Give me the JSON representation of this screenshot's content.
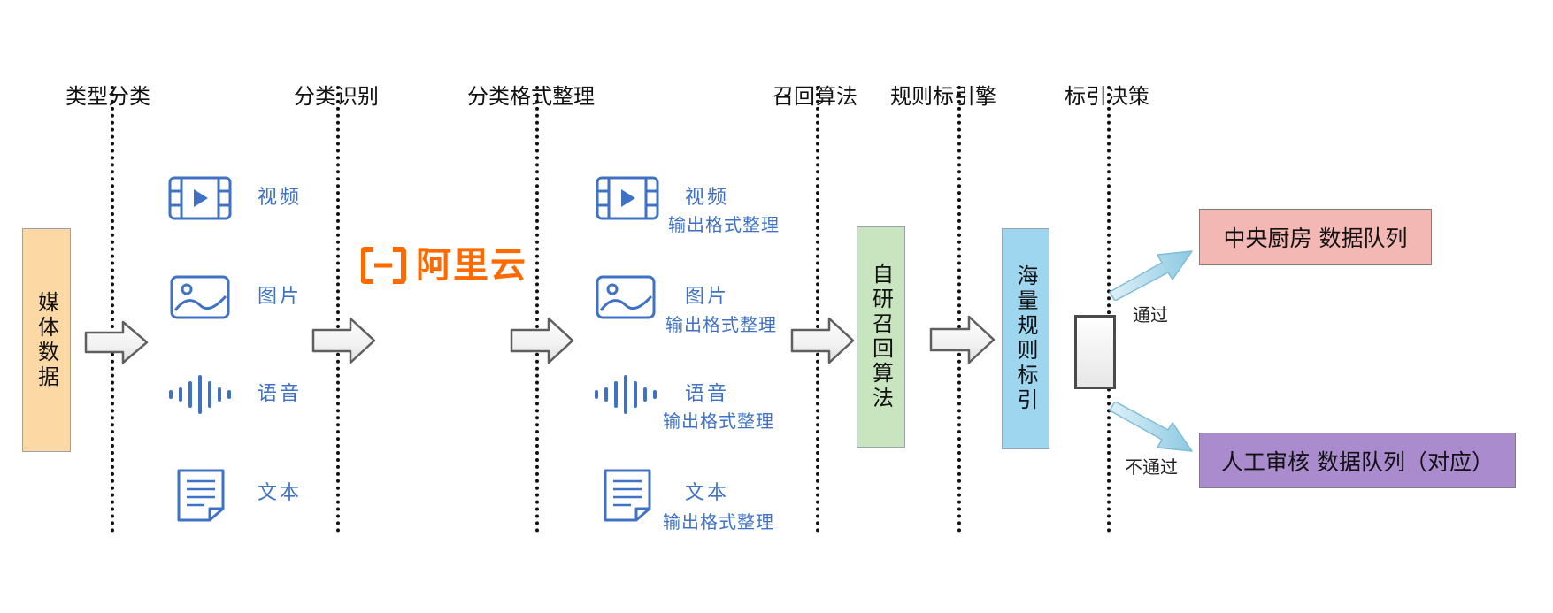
{
  "stages": [
    "类型分类",
    "分类识别",
    "分类格式整理",
    "召回算法",
    "规则标引擎",
    "标引决策"
  ],
  "media_source": {
    "label": "媒体数据",
    "color": "#fcd9a4"
  },
  "media_types": [
    {
      "icon": "video-icon",
      "label": "视频"
    },
    {
      "icon": "image-icon",
      "label": "图片"
    },
    {
      "icon": "audio-wave-icon",
      "label": "语音"
    },
    {
      "icon": "document-icon",
      "label": "文本"
    }
  ],
  "recognizer": {
    "logo_text": "阿里云",
    "brand_color": "#ff6a00"
  },
  "formatted_types": [
    {
      "icon": "video-icon",
      "label": "视频",
      "sub": "输出格式整理"
    },
    {
      "icon": "image-icon",
      "label": "图片",
      "sub": "输出格式整理"
    },
    {
      "icon": "audio-wave-icon",
      "label": "语音",
      "sub": "输出格式整理"
    },
    {
      "icon": "document-icon",
      "label": "文本",
      "sub": "输出格式整理"
    }
  ],
  "recall": {
    "label": "自研召回算法",
    "color": "#c9e5c0"
  },
  "rules": {
    "label": "海量规则标引",
    "color": "#9ed5ef"
  },
  "decision": {
    "pass_label": "通过",
    "fail_label": "不通过",
    "pass_queue": {
      "label": "中央厨房 数据队列",
      "color": "#f4b8b4"
    },
    "fail_queue": {
      "label": "人工审核 数据队列（对应）",
      "color": "#a98bce"
    }
  },
  "colors": {
    "icon_blue": "#3f72c4",
    "text_blue": "#3f72c4",
    "decision_arrow": "#a9d8ec"
  }
}
